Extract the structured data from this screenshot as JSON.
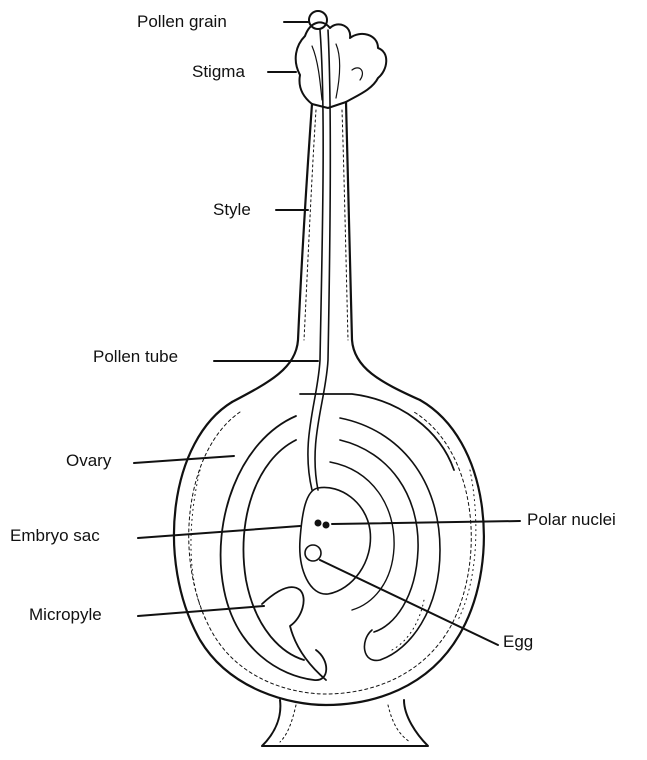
{
  "labels": {
    "pollen_grain": "Pollen grain",
    "stigma": "Stigma",
    "style": "Style",
    "pollen_tube": "Pollen tube",
    "ovary": "Ovary",
    "embryo_sac": "Embryo sac",
    "micropyle": "Micropyle",
    "polar_nuclei": "Polar nuclei",
    "egg": "Egg"
  },
  "colors": {
    "ink": "#111111",
    "background": "#ffffff"
  }
}
